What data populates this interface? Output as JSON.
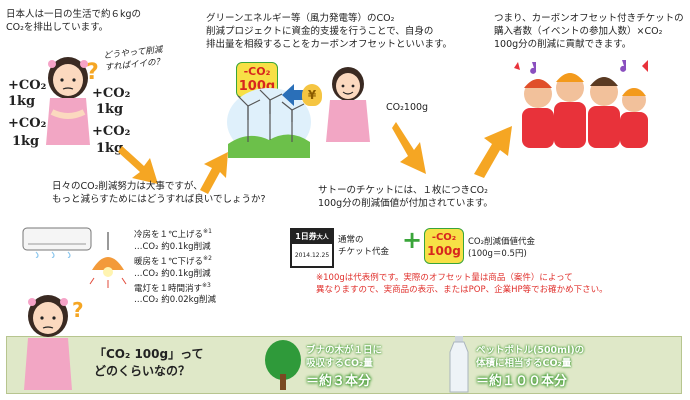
{
  "intro": {
    "line1": "日本人は一日の生活で約６kgの",
    "line2": "CO₂を排出しています。"
  },
  "thought": {
    "line1": "どうやって削減",
    "line2": "すればイイの？"
  },
  "co2_tags": [
    "+CO₂",
    "1kg",
    "+CO₂",
    "1kg",
    "+CO₂",
    "1kg",
    "+CO₂",
    "1kg"
  ],
  "offset_desc": {
    "line1": "グリーンエネルギー等（風力発電等）のCO₂",
    "line2": "削減プロジェクトに資金的支援を行うことで、自身の",
    "line3": "排出量を相殺することをカーボンオフセットといいます。"
  },
  "minus_badge": {
    "top": "-CO₂",
    "bottom": "100g"
  },
  "yen_symbol": "¥",
  "co2_100g_label": "CO₂100g",
  "result_desc": {
    "line1": "つまり、カーボンオフセット付きチケットの",
    "line2": "購入者数（イベントの参加人数）×CO₂",
    "line3": "100g分の削減に貢献できます。"
  },
  "daily_effort": {
    "line1": "日々のCO₂削減努力は大事ですが、",
    "line2": "もっと減らすためにはどうすれば良いでしょうか?"
  },
  "effort_list": [
    {
      "text": "冷房を１℃上げる",
      "note": "※1"
    },
    {
      "text": "…CO₂ 約0.1kg削減",
      "note": ""
    },
    {
      "text": "暖房を１℃下げる",
      "note": "※2"
    },
    {
      "text": "…CO₂ 約0.1kg削減",
      "note": ""
    },
    {
      "text": "電灯を１時間消す",
      "note": "※3"
    },
    {
      "text": "…CO₂ 約0.02kg削減",
      "note": ""
    }
  ],
  "ticket_desc": {
    "line1": "サトーのチケットには、１枚につきCO₂",
    "line2": "100g分の削減価値が付加されています。"
  },
  "ticket": {
    "top_a": "1日券",
    "top_b": "大人",
    "date": "2014.12.25",
    "price_line1": "通常の",
    "price_line2": "チケット代金",
    "plus": "+",
    "value_line1": "CO₂削減価値代金",
    "value_line2": "(100g＝0.5円)"
  },
  "disclaimer": {
    "line1": "※100gは代表例です。実際のオフセット量は商品（案件）によって",
    "line2": "異なりますので、実商品の表示、またはPOP、企業HP等でお確かめ下さい。"
  },
  "question_mark": "?",
  "bottom": {
    "question_line1": "「CO₂ 100g」って",
    "question_line2": "どのくらいなの？",
    "tree_line1": "ブナの木が１日に",
    "tree_line2": "吸収するCO₂量",
    "tree_result": "＝約３本分",
    "bottle_line1": "ペットボトル(500ml)の",
    "bottle_line2": "体積に相当するCO₂量",
    "bottle_result": "＝約１００本分"
  },
  "colors": {
    "arrow": "#f5a623",
    "badge_bg": "#f7e046",
    "badge_text": "#d7261e",
    "band_bg": "#dfe8c8",
    "tree_green": "#2f9a3a",
    "disclaimer_red": "#e0302c"
  }
}
